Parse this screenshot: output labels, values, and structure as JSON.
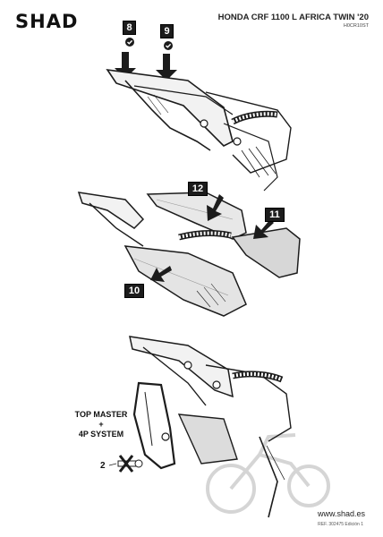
{
  "header": {
    "brand": "SHAD",
    "model": "HONDA CRF 1100 L AFRICA TWIN '20",
    "ref_code": "H0CR10ST"
  },
  "steps": {
    "step8": "8",
    "step9": "9",
    "step10": "10",
    "step11": "11",
    "step12": "12"
  },
  "labels": {
    "system_line1": "TOP MASTER",
    "system_plus": "+",
    "system_line2": "4P SYSTEM",
    "part_number": "2"
  },
  "footer": {
    "website": "www.shad.es",
    "ref": "REF. 302475 Edición 1"
  },
  "colors": {
    "ink": "#1c1c1c",
    "paper": "#ffffff"
  }
}
